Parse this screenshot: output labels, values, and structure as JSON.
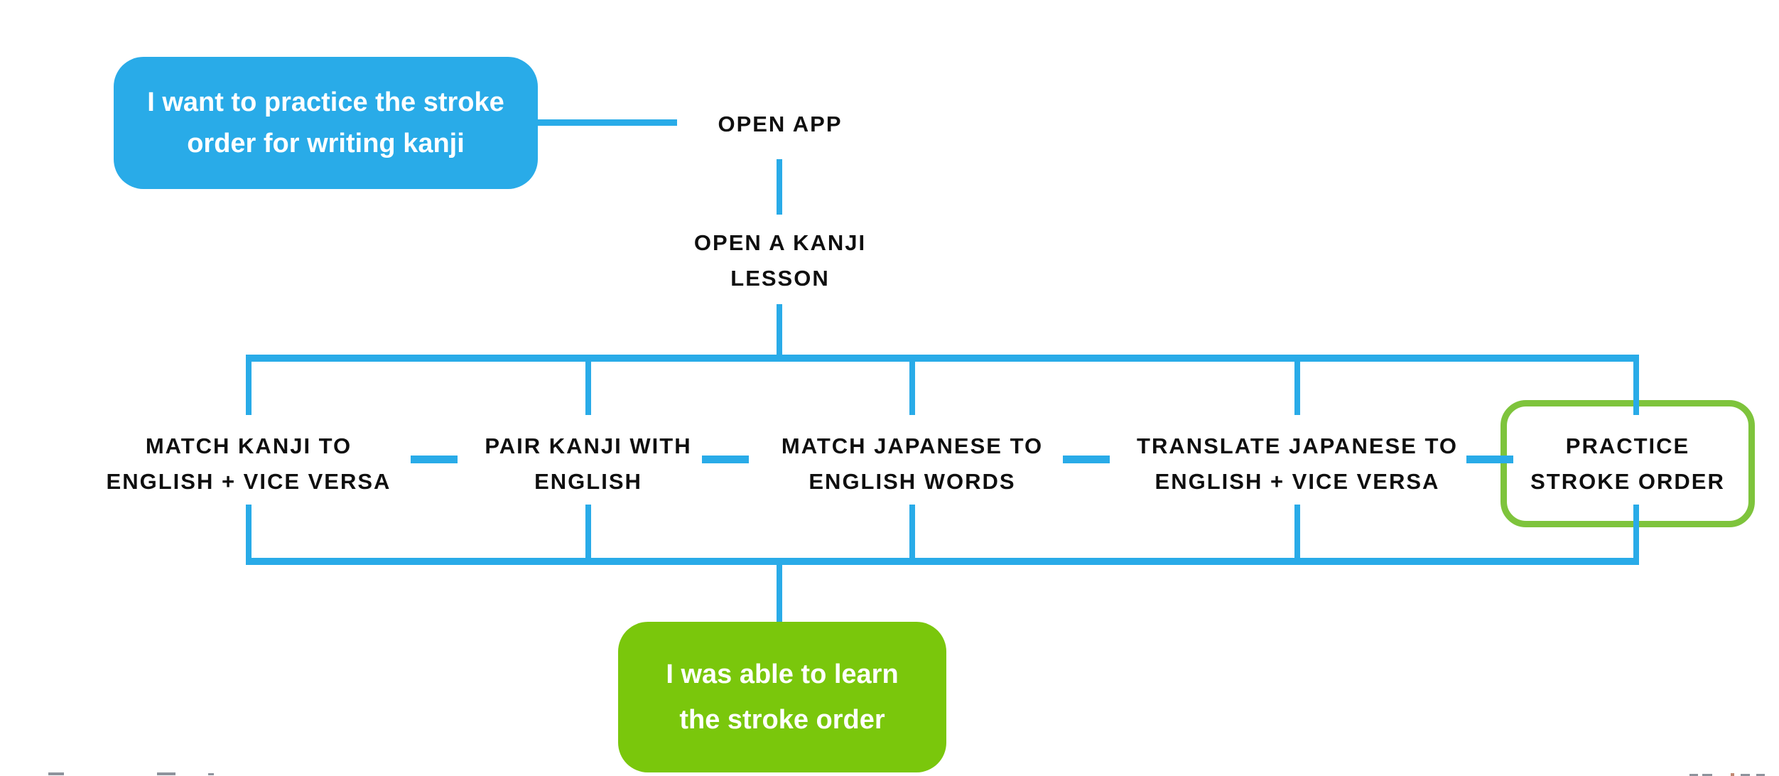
{
  "colors": {
    "blue": "#29ABE8",
    "green_fill": "#7AC70C",
    "green_outline": "#7EC43C",
    "label_text": "#0f0f0f",
    "note_text": "#ffffff"
  },
  "flow": {
    "start_note": {
      "line1": "I want to practice the stroke",
      "line2": "order for writing kanji"
    },
    "step_open_app": "OPEN APP",
    "step_open_lesson": {
      "line1": "OPEN A KANJI",
      "line2": "LESSON"
    },
    "activities": [
      {
        "line1": "MATCH KANJI TO",
        "line2": "ENGLISH + VICE VERSA",
        "highlighted": false
      },
      {
        "line1": "PAIR KANJI WITH",
        "line2": "ENGLISH",
        "highlighted": false
      },
      {
        "line1": "MATCH JAPANESE TO",
        "line2": "ENGLISH WORDS",
        "highlighted": false
      },
      {
        "line1": "TRANSLATE JAPANESE TO",
        "line2": "ENGLISH + VICE VERSA",
        "highlighted": false
      },
      {
        "line1": "PRACTICE",
        "line2": "STROKE ORDER",
        "highlighted": true
      }
    ],
    "end_note": {
      "line1": "I was able to learn",
      "line2": "the stroke order"
    }
  }
}
